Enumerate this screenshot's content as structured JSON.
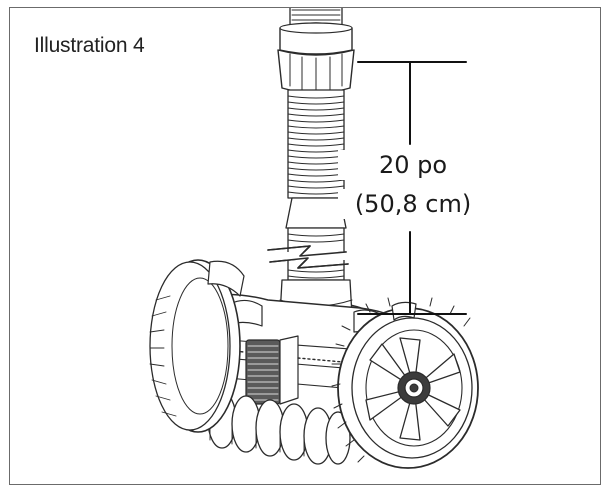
{
  "figure": {
    "caption": "Illustration 4",
    "dimension": {
      "line1": "20 po",
      "line2": "(50,8 cm)"
    }
  }
}
